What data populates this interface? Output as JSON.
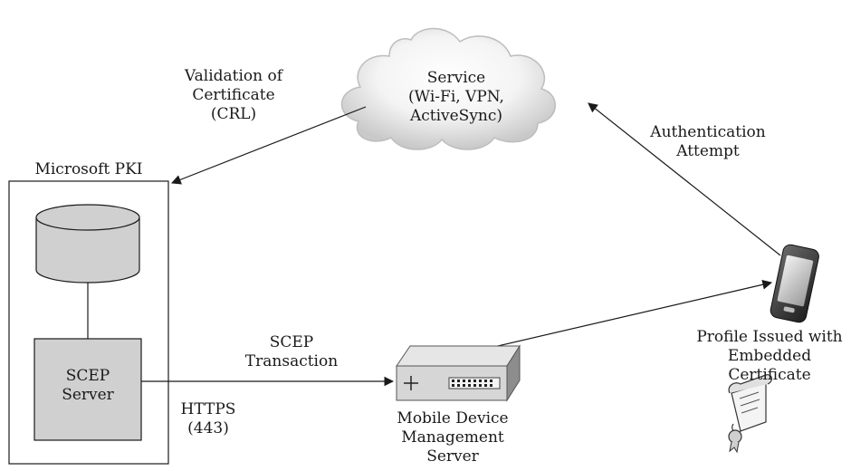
{
  "cloud": {
    "line1": "Service",
    "line2": "(Wi-Fi, VPN,",
    "line3": "ActiveSync)"
  },
  "validation": {
    "line1": "Validation of",
    "line2": "Certificate",
    "line3": "(CRL)"
  },
  "auth": {
    "line1": "Authentication",
    "line2": "Attempt"
  },
  "pki": {
    "title": "Microsoft PKI"
  },
  "scep_server": {
    "line1": "SCEP",
    "line2": "Server"
  },
  "scep_txn": {
    "line1": "SCEP",
    "line2": "Transaction"
  },
  "https": {
    "line1": "HTTPS",
    "line2": "(443)"
  },
  "mdm": {
    "line1": "Mobile Device",
    "line2": "Management",
    "line3": "Server"
  },
  "profile": {
    "line1": "Profile Issued with",
    "line2": "Embedded",
    "line3": "Certificate"
  },
  "colors": {
    "box_fill": "#d0d0d0",
    "stroke": "#1a1a1a"
  }
}
